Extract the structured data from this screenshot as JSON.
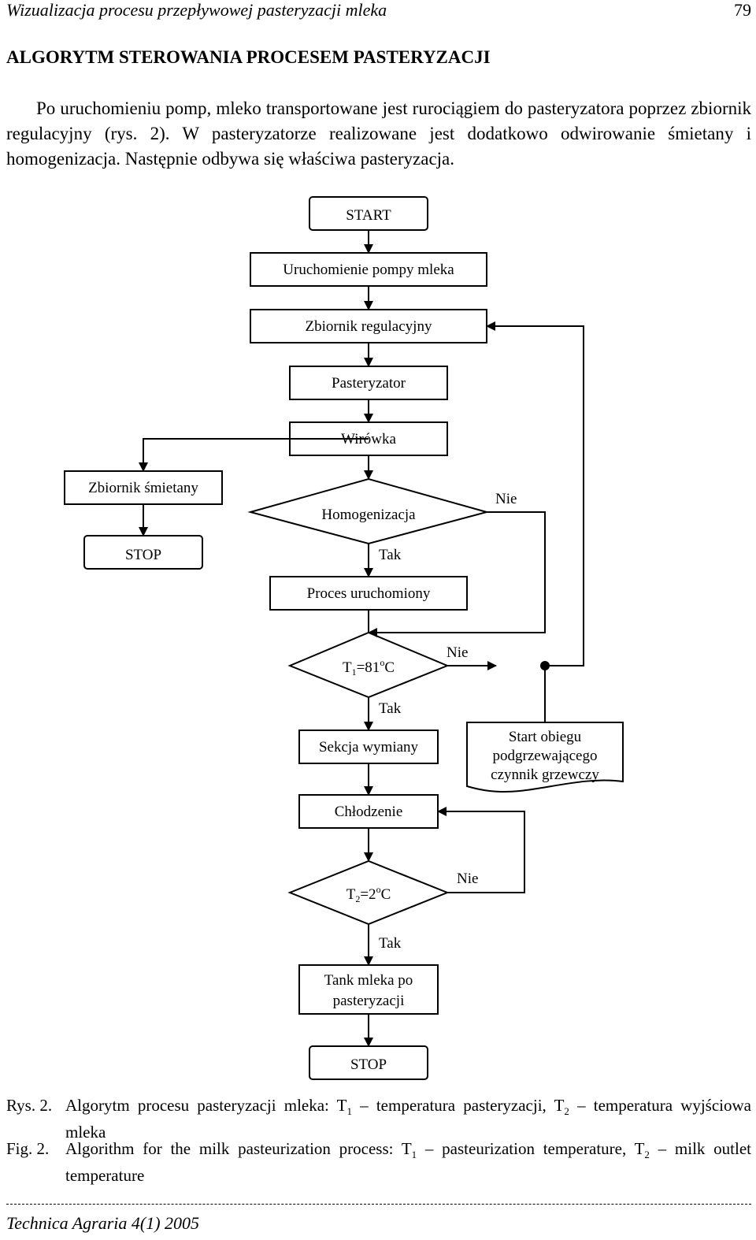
{
  "header": {
    "running_title": "Wizualizacja procesu przepływowej pasteryzacji mleka",
    "page_number": "79"
  },
  "section": {
    "heading": "ALGORYTM STEROWANIA PROCESEM PASTERYZACJI",
    "paragraph": "Po uruchomieniu pomp, mleko transportowane jest rurociągiem do pasteryzatora poprzez zbiornik regulacyjny (rys. 2). W pasteryzatorze realizowane jest dodatkowo odwirowanie śmietany i homogenizacja. Następnie odbywa się właściwa pasteryzacja."
  },
  "flowchart": {
    "start": "START",
    "pump": "Uruchomienie pompy mleka",
    "regulating_tank": "Zbiornik regulacyjny",
    "pasteurizer": "Pasteryzator",
    "centrifuge": "Wirówka",
    "cream_tank": "Zbiornik śmietany",
    "stop_left": "STOP",
    "homogenization": "Homogenizacja",
    "process_started": "Proces uruchomiony",
    "t1_var": "T",
    "t1_sub": "1",
    "t1_value": "=81",
    "t1_sup": "o",
    "t1_unit": "C",
    "exchange_section": "Sekcja wymiany",
    "heating_line1": "Start obiegu",
    "heating_line2": "podgrzewającego",
    "heating_line3": "czynnik grzewczy",
    "cooling": "Chłodzenie",
    "t2_var": "T",
    "t2_sub": "2",
    "t2_value": "=2",
    "t2_sup": "o",
    "t2_unit": "C",
    "tank_line1": "Tank mleka po",
    "tank_line2": "pasteryzacji",
    "stop_bottom": "STOP",
    "yes_label": "Tak",
    "no_label": "Nie"
  },
  "caption_pl": {
    "label": "Rys. 2.",
    "part1": "Algorytm procesu pasteryzacji mleka: T",
    "sub1": "1",
    "part2": " – temperatura pasteryzacji, T",
    "sub2": "2",
    "part3": " – temperatura wyjściowa mleka"
  },
  "caption_en": {
    "label": "Fig. 2.",
    "part1": "Algorithm for the milk pasteurization process: T",
    "sub1": "1",
    "part2": " – pasteurization temperature, T",
    "sub2": "2",
    "part3": " – milk outlet temperature"
  },
  "footer": {
    "journal": "Technica Agraria 4(1) 2005"
  }
}
